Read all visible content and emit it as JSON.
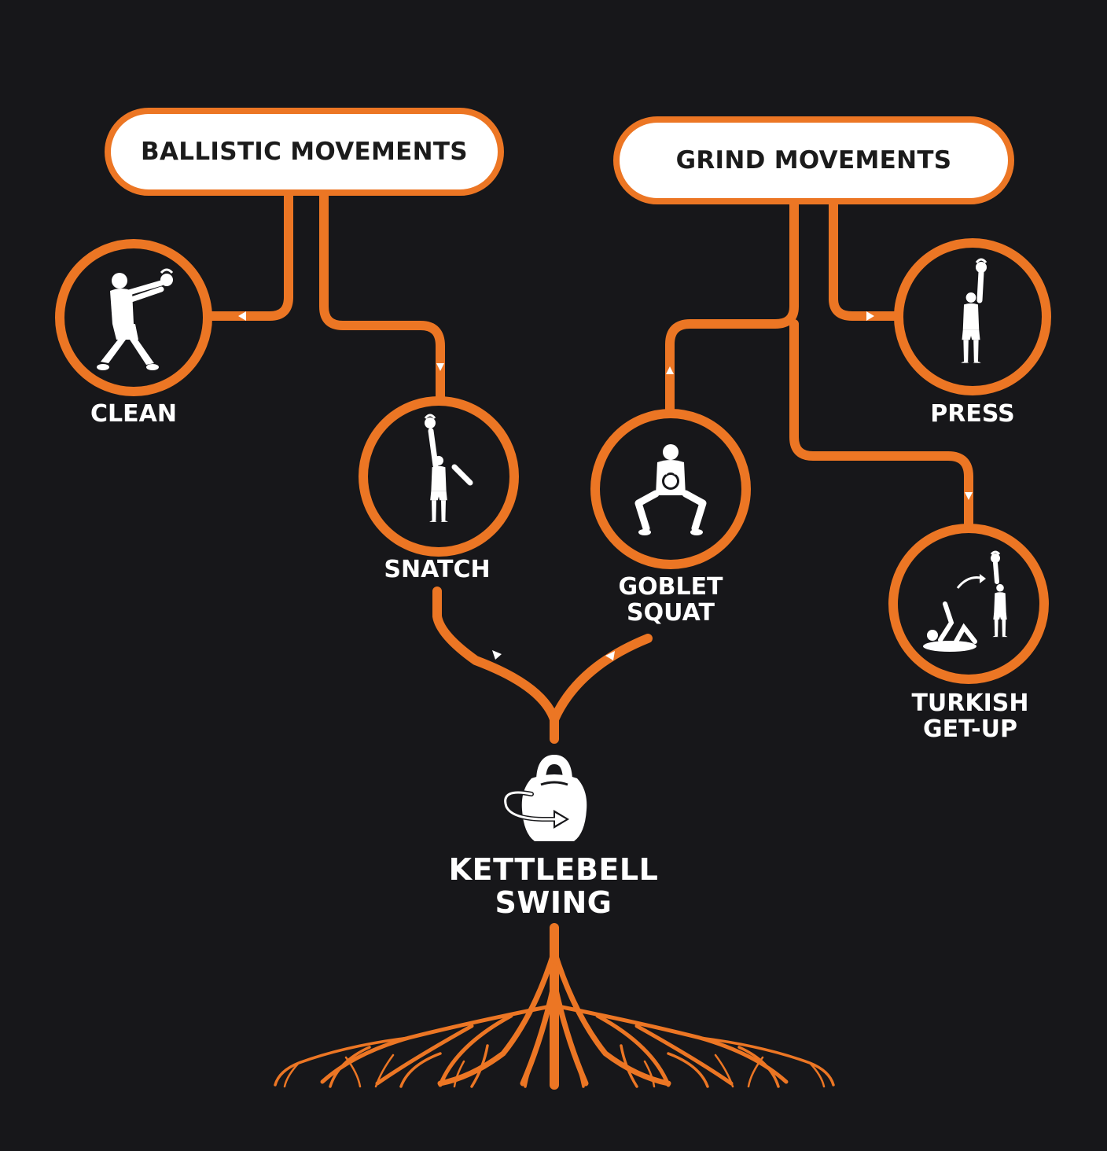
{
  "categories": {
    "ballistic": {
      "title": "BALLISTIC MOVEMENTS"
    },
    "grind": {
      "title": "GRIND MOVEMENTS"
    }
  },
  "movements": {
    "clean": {
      "label": "CLEAN"
    },
    "snatch": {
      "label": "SNATCH"
    },
    "goblet_squat": {
      "label_lines": [
        "GOBLET",
        "SQUAT"
      ]
    },
    "press": {
      "label": "PRESS"
    },
    "turkish_get_up": {
      "label_lines": [
        "TURKISH",
        "GET-UP"
      ]
    }
  },
  "root": {
    "label_lines": [
      "KETTLEBELL",
      "SWING"
    ]
  },
  "icons": {
    "clean": "clean-figure-icon",
    "snatch": "snatch-figure-icon",
    "goblet_squat": "goblet-squat-figure-icon",
    "press": "press-figure-icon",
    "turkish_get_up": "turkish-get-up-figure-icon",
    "root": "kettlebell-swing-icon"
  },
  "colors": {
    "background": "#17171a",
    "accent": "#ec7624",
    "label": "#ffffff",
    "box_fill": "#ffffff",
    "box_text": "#1b1b1b"
  }
}
